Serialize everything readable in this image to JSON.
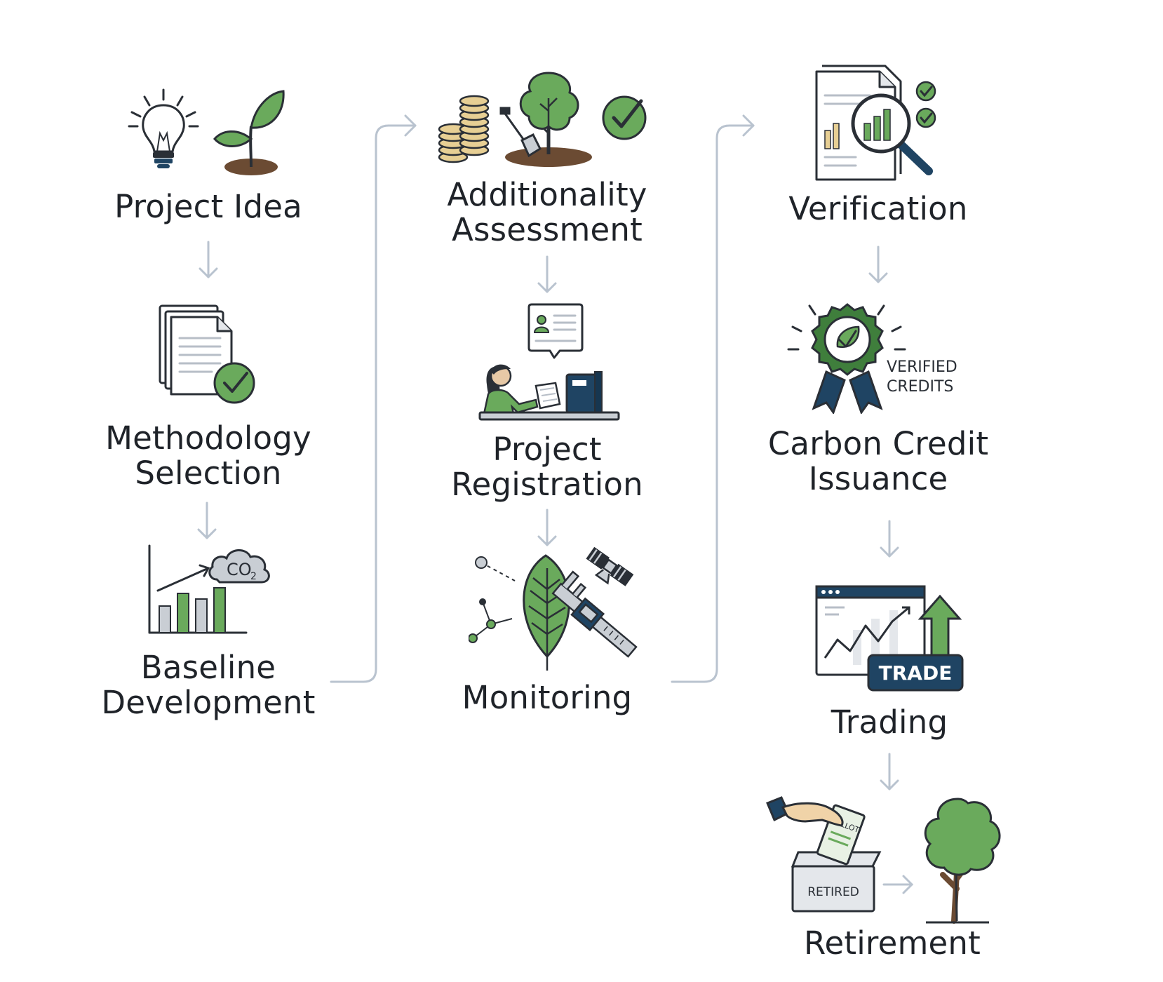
{
  "colors": {
    "ink": "#2a2f36",
    "green": "#6aaa5c",
    "dark_green": "#3f7e3c",
    "navy": "#1f4463",
    "arrow": "#b9c3cf",
    "tan": "#e7cf94",
    "soil": "#6b4b33",
    "gray": "#c9ced4"
  },
  "steps": {
    "project_idea": "Project Idea",
    "methodology_selection": "Methodology\nSelection",
    "baseline_development": "Baseline\nDevelopment",
    "additionality_assessment": "Additionality\nAssessment",
    "project_registration": "Project\nRegistration",
    "monitoring": "Monitoring",
    "verification": "Verification",
    "carbon_credit_issuance": "Carbon Credit\nIssuance",
    "trading": "Trading",
    "retirement": "Retirement"
  },
  "icon_text": {
    "co2": "CO",
    "co2_sub": "2",
    "verified_line1": "VERIFIED",
    "verified_line2": "CREDITS",
    "trade": "TRADE",
    "retired": "RETIRED",
    "ballot": "BALLOT"
  }
}
